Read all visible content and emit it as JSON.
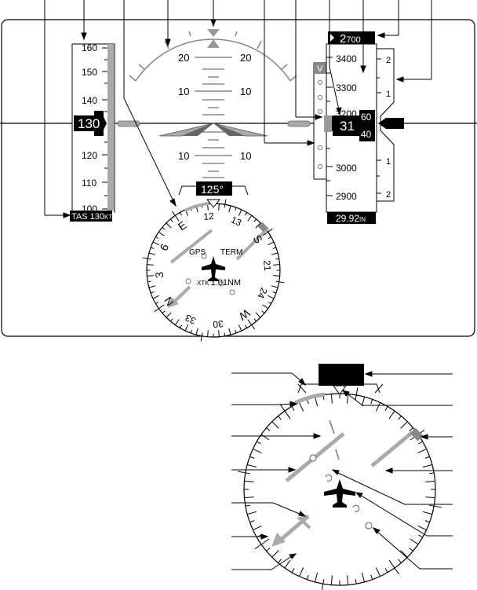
{
  "airspeed": {
    "ticks": [
      "160",
      "150",
      "140",
      "130",
      "120",
      "110",
      "100"
    ],
    "current": "130",
    "tas_label": "TAS 130",
    "tas_unit": "KT"
  },
  "attitude": {
    "pitch_labels_left": [
      "20",
      "10",
      "10"
    ],
    "pitch_labels_right": [
      "20",
      "10",
      "10"
    ]
  },
  "heading": {
    "current": "125°",
    "compass_labels": [
      "E",
      "12",
      "13",
      "S",
      "21",
      "24",
      "W",
      "30",
      "33",
      "N",
      "3",
      "6"
    ],
    "nav_source": "GPS",
    "nav_mode": "TERM",
    "xtk_label": "XTK",
    "xtk_value": "1.01NM"
  },
  "altitude": {
    "selected_bold": "2",
    "selected_rest": "700",
    "ticks": [
      "3400",
      "3300",
      "3200",
      "3100",
      "3000",
      "2900"
    ],
    "current_big": "31",
    "current_hi": "60",
    "current_lo": "40",
    "vnav_flag": "V",
    "baro_value": "29.92",
    "baro_unit": "IN"
  },
  "vsi": {
    "ticks": [
      "2",
      "1",
      "1",
      "2"
    ]
  },
  "colors": {
    "background": "#ffffff",
    "outline": "#000000",
    "readout_bg": "#000000",
    "indicator_gray": "#aaaaaa",
    "tape_dark_gray": "#999999"
  }
}
